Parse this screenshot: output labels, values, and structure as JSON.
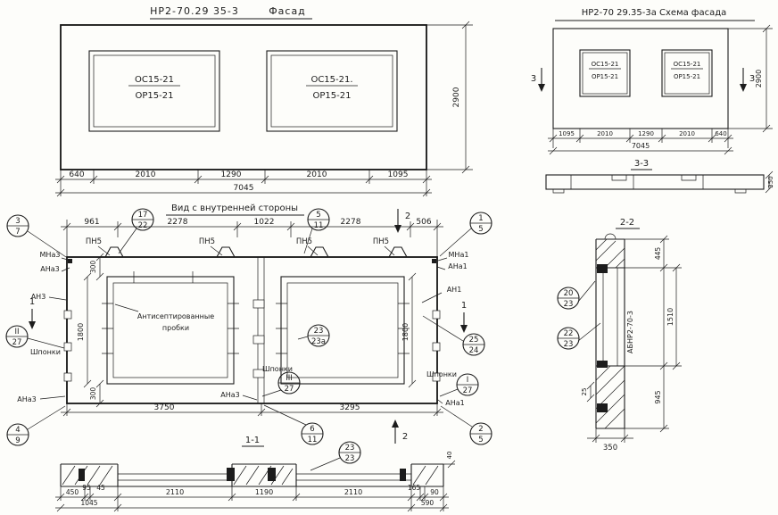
{
  "facade": {
    "title_num": "НР2-70.29 35-3",
    "title_word": "Фасад",
    "win1_line1": "ОС15-21",
    "win1_line2": "ОР15-21",
    "win2_line1": "ОС15-21.",
    "win2_line2": "ОР15-21",
    "dim_height": "2900",
    "dims": [
      "640",
      "2010",
      "1290",
      "2010",
      "1095"
    ],
    "total": "7045"
  },
  "scheme": {
    "title": "НР2-70 29.35-3а Схема фасада",
    "win1_line1": "ОС15-21",
    "win1_line2": "ОР15-21",
    "win2_line1": "ОС15-21",
    "win2_line2": "ОР15-21",
    "dim_height": "2900",
    "dims": [
      "1095",
      "2010",
      "1290",
      "2010",
      "640"
    ],
    "total": "7045",
    "marker_left": "3",
    "marker_right": "3",
    "section_title": "3-3",
    "section_thickness": "350"
  },
  "inner": {
    "title": "Вид с внутренней стороны",
    "dims_top": [
      "961",
      "2278",
      "1022",
      "2278",
      "506"
    ],
    "dims_bottom": [
      "3750",
      "3295"
    ],
    "dim_300_top": "300",
    "dim_300_bottom": "300",
    "dim_1800_left": "1800",
    "dim_1800_right": "1800",
    "labels": {
      "pn5": "ПН5",
      "mna3": "МНа3",
      "mna1": "МНа1",
      "ana3": "АНа3",
      "ana1": "АНа1",
      "an3": "АН3",
      "an1": "АН1",
      "ana3_bottom": "АНа3",
      "ana3_mid": "АНа3",
      "ana1_bottom": "АНа1",
      "shponki": "Шпонки",
      "plugs_line1": "Антисептированные",
      "plugs_line2": "пробки"
    },
    "markers": {
      "m1": "1",
      "m2": "2"
    },
    "callouts": {
      "c37": [
        "3",
        "7"
      ],
      "c1722": [
        "17",
        "22"
      ],
      "c511": [
        "5",
        "11"
      ],
      "c15": [
        "1",
        "5"
      ],
      "c49": [
        "4",
        "9"
      ],
      "c611": [
        "6",
        "11"
      ],
      "c25": [
        "2",
        "5"
      ],
      "c2524": [
        "25",
        "24"
      ],
      "c2323a": [
        "23",
        "23а"
      ],
      "cII": [
        "II",
        "27"
      ],
      "cIII": [
        "III",
        "27"
      ],
      "cI": [
        "I",
        "27"
      ]
    }
  },
  "sec11": {
    "title": "1-1",
    "callout": [
      "23",
      "23"
    ],
    "dim_40": "40",
    "dims_row1": [
      "450",
      "95",
      "45",
      "2110",
      "1190",
      "2110",
      "165",
      "90"
    ],
    "dims_row2": [
      "1045",
      "590"
    ]
  },
  "sec22": {
    "title": "2-2",
    "callout_top": [
      "20",
      "23"
    ],
    "callout_bottom": [
      "22",
      "23"
    ],
    "part_label": "АБНР2-70-3",
    "dim_445": "445",
    "dim_1510": "1510",
    "dim_945": "945",
    "dim_25": "25",
    "dim_350": "350"
  }
}
